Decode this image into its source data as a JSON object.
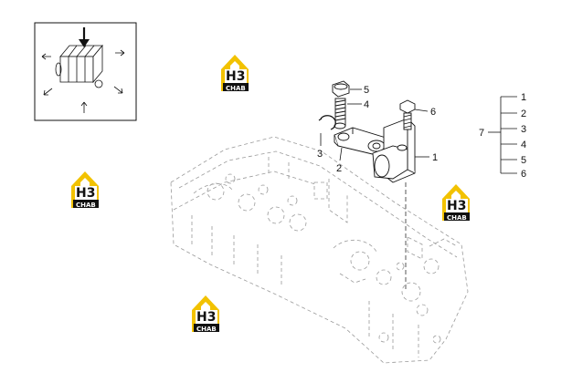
{
  "callouts": {
    "part_1": "1",
    "part_2": "2",
    "part_3": "3",
    "part_4": "4",
    "part_5": "5",
    "part_6": "6"
  },
  "legend": {
    "group_label": "7",
    "items": [
      "1",
      "2",
      "3",
      "4",
      "5",
      "6"
    ]
  },
  "watermark": {
    "badge": "H3",
    "text": "CHAB"
  },
  "colors": {
    "line": "#111111",
    "dash": "#9a9a9a",
    "logo_yellow": "#f2c200",
    "logo_black": "#111111"
  },
  "icons": {
    "install_direction": "install-direction-icon",
    "logo": "h3-chab-logo-icon"
  }
}
